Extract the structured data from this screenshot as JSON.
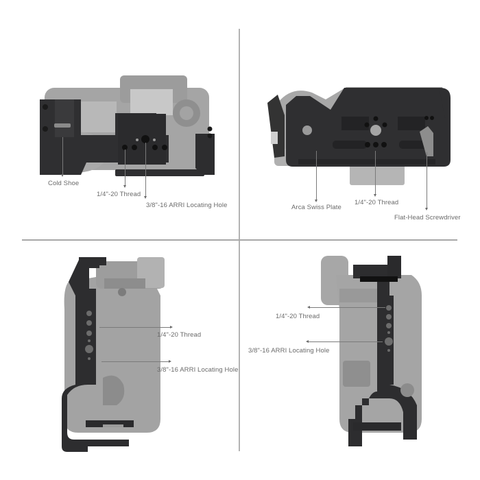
{
  "panels": [
    {
      "id": "top-view",
      "labels": {
        "cold_shoe": "Cold Shoe",
        "thread": "1/4\"-20 Thread",
        "arri": "3/8\"-16 ARRI Locating Hole"
      }
    },
    {
      "id": "bottom-view",
      "labels": {
        "arca": "Arca Swiss Plate",
        "thread": "1/4\"-20 Thread",
        "screwdriver": "Flat-Head Screwdriver"
      }
    },
    {
      "id": "left-side-view",
      "labels": {
        "thread": "1/4\"-20 Thread",
        "arri": "3/8\"-16 ARRI Locating Hole"
      }
    },
    {
      "id": "right-side-view",
      "labels": {
        "thread": "1/4\"-20 Thread",
        "arri": "3/8\"-16 ARRI Locating Hole"
      }
    }
  ],
  "colors": {
    "cage": "#2b2b2d",
    "camera": "#9a9a9a",
    "label": "#6a6a6a",
    "divider": "#b0b0b0"
  }
}
